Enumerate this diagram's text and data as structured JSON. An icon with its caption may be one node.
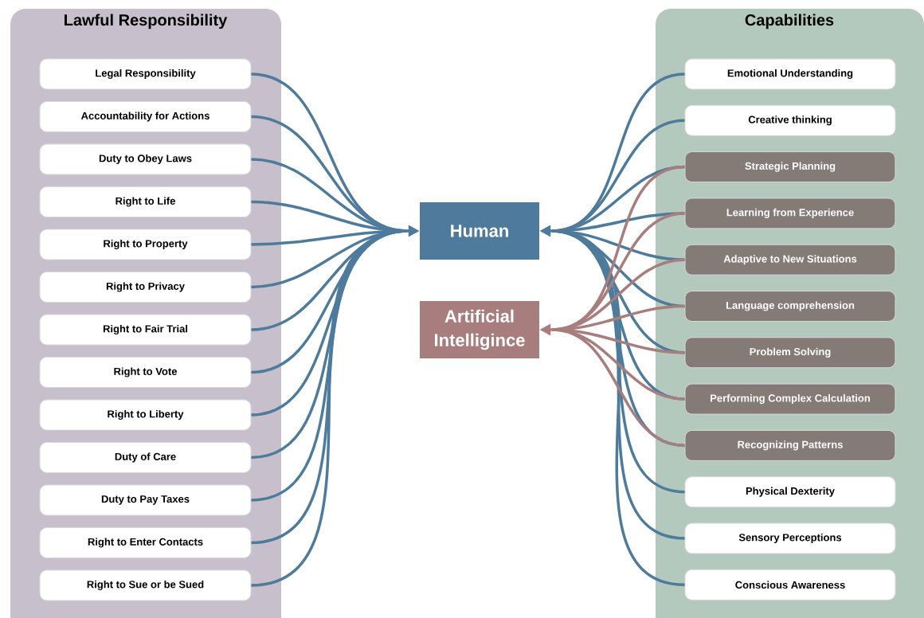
{
  "diagram": {
    "nodes": [
      {
        "text": [
          "Lawful Responsibility"
        ]
      },
      {
        "text": [
          "Legal Responsibility"
        ],
        "in": 0
      },
      {
        "text": [
          "Accountability for Actions"
        ],
        "in": 0
      },
      {
        "text": [
          "Duty to Obey Laws"
        ],
        "in": 0
      },
      {
        "text": [
          "Right to Life"
        ],
        "in": 0
      },
      {
        "text": [
          "Right to Property"
        ],
        "in": 0
      },
      {
        "text": [
          "Right to Privacy"
        ],
        "in": 0
      },
      {
        "text": [
          "Right to Fair Trial"
        ],
        "in": 0
      },
      {
        "text": [
          "Right to Vote"
        ],
        "in": 0
      },
      {
        "text": [
          "Right to Liberty"
        ],
        "in": 0
      },
      {
        "text": [
          "Duty of Care"
        ],
        "in": 0
      },
      {
        "text": [
          "Duty to Pay Taxes"
        ],
        "in": 0
      },
      {
        "text": [
          "Right to Enter Contacts"
        ],
        "in": 0
      },
      {
        "text": [
          "Right to Sue or be Sued"
        ],
        "in": 0
      },
      {
        "text": [
          "Human"
        ]
      },
      {
        "text": [
          "Artificial Intelligince"
        ]
      },
      {
        "text": [
          "Capabilities"
        ]
      },
      {
        "text": [
          "Emotional Understanding"
        ],
        "in": 16
      },
      {
        "text": [
          "Creative thinking"
        ],
        "in": 16
      },
      {
        "text": [
          "Strategic Planning"
        ],
        "in": 16
      },
      {
        "text": [
          "Learning from Experience"
        ],
        "in": 16
      },
      {
        "text": [
          "Adaptive to New Situations"
        ],
        "in": 16
      },
      {
        "text": [
          "Language comprehension"
        ],
        "in": 16
      },
      {
        "text": [
          "Problem Solving"
        ],
        "in": 16
      },
      {
        "text": [
          "Performing Complex Calculation"
        ],
        "in": 16
      },
      {
        "text": [
          "Recognizing Patterns"
        ],
        "in": 16
      },
      {
        "text": [
          "Physical Dexterity"
        ],
        "in": 16
      },
      {
        "text": [
          "Sensory Perceptions"
        ],
        "in": 16
      },
      {
        "text": [
          "Conscious Awareness"
        ],
        "in": 16
      }
    ],
    "edges": [
      {
        "from": 1,
        "to": 14,
        "arrow": "to"
      },
      {
        "from": 2,
        "to": 14,
        "arrow": "to"
      },
      {
        "from": 3,
        "to": 14,
        "arrow": "to"
      },
      {
        "from": 4,
        "to": 14,
        "arrow": "to"
      },
      {
        "from": 5,
        "to": 14,
        "arrow": "to"
      },
      {
        "from": 6,
        "to": 14,
        "arrow": "to"
      },
      {
        "from": 7,
        "to": 14,
        "arrow": "to"
      },
      {
        "from": 8,
        "to": 14,
        "arrow": "to"
      },
      {
        "from": 9,
        "to": 14,
        "arrow": "to"
      },
      {
        "from": 10,
        "to": 14,
        "arrow": "to"
      },
      {
        "from": 11,
        "to": 14,
        "arrow": "to"
      },
      {
        "from": 12,
        "to": 14,
        "arrow": "to"
      },
      {
        "from": 13,
        "to": 14,
        "arrow": "to"
      },
      {
        "from": 17,
        "to": 14,
        "arrow": "to"
      },
      {
        "from": 18,
        "to": 14,
        "arrow": "to"
      },
      {
        "from": 19,
        "to": 14,
        "arrow": "to"
      },
      {
        "from": 20,
        "to": 14,
        "arrow": "to"
      },
      {
        "from": 21,
        "to": 14,
        "arrow": "to"
      },
      {
        "from": 22,
        "to": 14,
        "arrow": "to"
      },
      {
        "from": 23,
        "to": 14,
        "arrow": "to"
      },
      {
        "from": 24,
        "to": 14,
        "arrow": "to"
      },
      {
        "from": 25,
        "to": 14,
        "arrow": "to"
      },
      {
        "from": 26,
        "to": 14,
        "arrow": "to"
      },
      {
        "from": 27,
        "to": 14,
        "arrow": "to"
      },
      {
        "from": 28,
        "to": 14,
        "arrow": "to"
      },
      {
        "from": 19,
        "to": 15,
        "arrow": "to",
        "color": "#a87d7d"
      },
      {
        "from": 20,
        "to": 15,
        "arrow": "to",
        "color": "#a87d7d"
      },
      {
        "from": 21,
        "to": 15,
        "arrow": "to",
        "color": "#a87d7d"
      },
      {
        "from": 22,
        "to": 15,
        "arrow": "to",
        "color": "#a87d7d"
      },
      {
        "from": 23,
        "to": 15,
        "arrow": "to",
        "color": "#a87d7d"
      },
      {
        "from": 24,
        "to": 15,
        "arrow": "to",
        "color": "#a87d7d"
      },
      {
        "from": 25,
        "to": 15,
        "arrow": "to",
        "color": "#a87d7d"
      }
    ]
  }
}
